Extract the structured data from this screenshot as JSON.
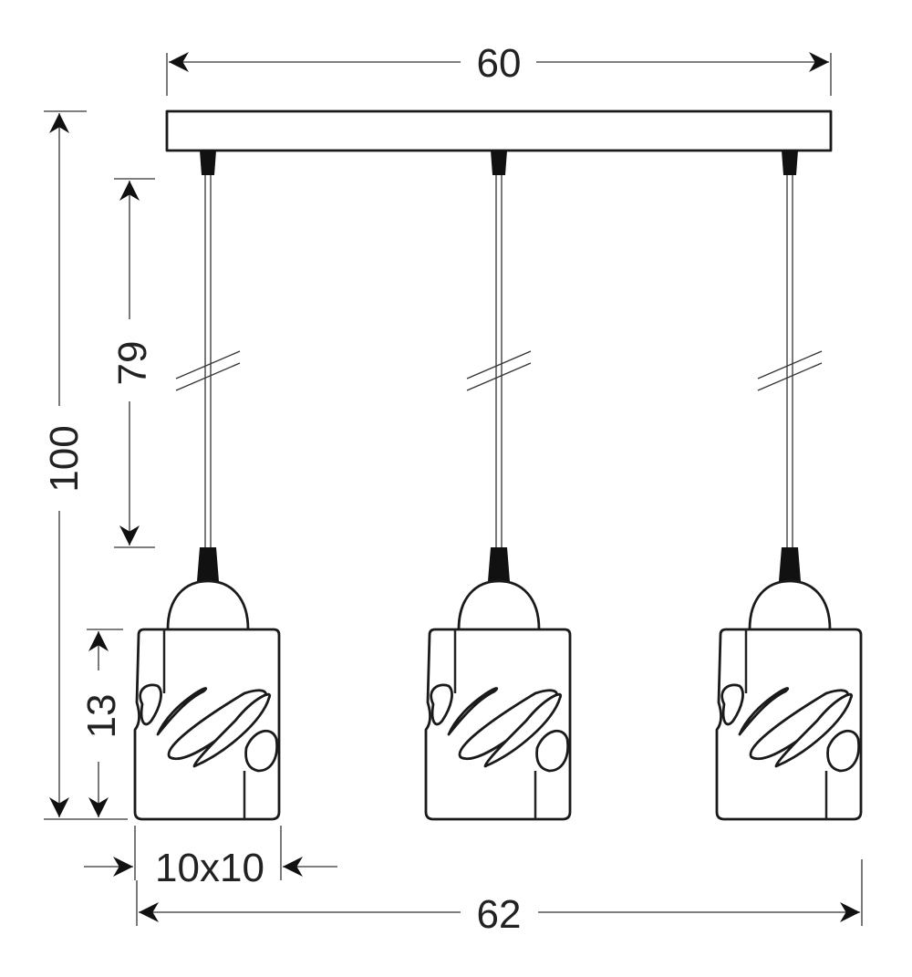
{
  "diagram": {
    "title": "Three-light pendant lamp dimensions",
    "dimensions": {
      "canopy_width": "60",
      "total_height": "100",
      "cable_length": "79",
      "shade_height": "13",
      "shade_base": "10x10",
      "total_width": "62"
    },
    "colors": {
      "line": "#222222",
      "background": "#ffffff"
    }
  }
}
